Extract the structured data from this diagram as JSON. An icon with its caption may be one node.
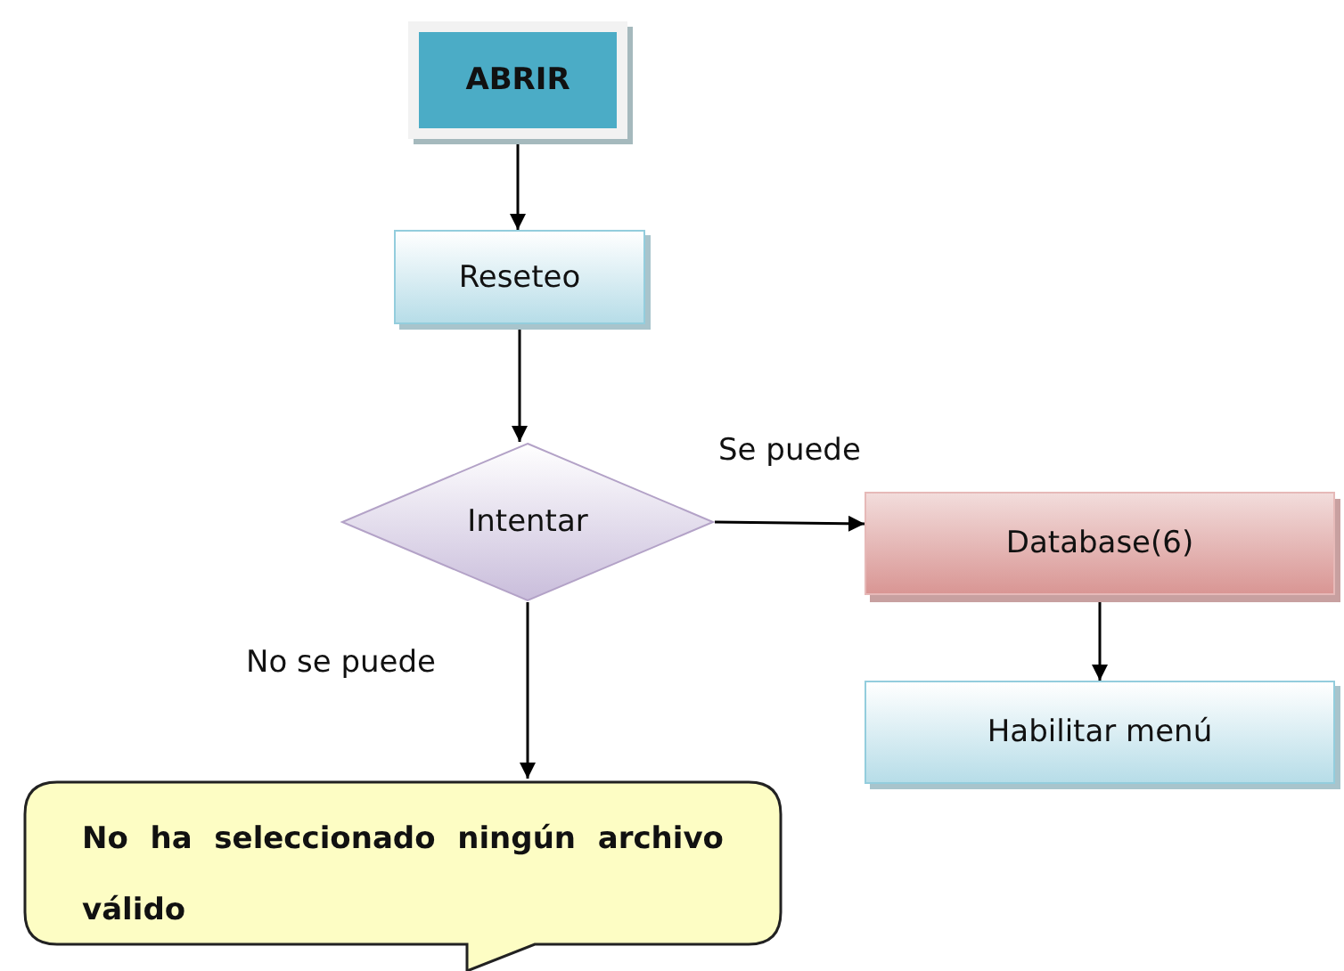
{
  "diagram": {
    "nodes": [
      {
        "text": [
          "ABRIR"
        ]
      },
      {
        "text": [
          "Reseteo"
        ]
      },
      {
        "text": [
          "Intentar"
        ]
      },
      {
        "text": [
          "Database(6)"
        ]
      },
      {
        "text": [
          "Habilitar menú"
        ]
      },
      {
        "text": [
          "No ha seleccionado ningún archivo válido"
        ]
      }
    ],
    "edges": [
      {
        "from": 0,
        "to": 1,
        "arrow": "to"
      },
      {
        "from": 1,
        "to": 2,
        "arrow": "to"
      },
      {
        "from": 2,
        "to": 3,
        "arrow": "to",
        "label": "Se puede"
      },
      {
        "from": 3,
        "to": 4,
        "arrow": "to"
      },
      {
        "from": 2,
        "to": 5,
        "arrow": "to",
        "label": "No se puede"
      }
    ]
  }
}
